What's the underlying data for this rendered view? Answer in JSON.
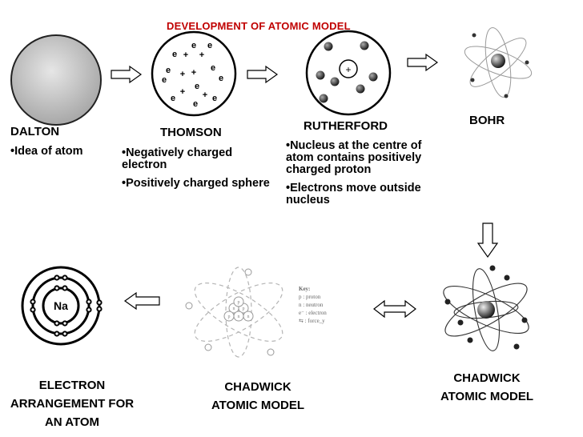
{
  "title": "DEVELOPMENT OF ATOMIC MODEL",
  "dalton": {
    "name": "DALTON",
    "points": [
      "•Idea of atom"
    ]
  },
  "thomson": {
    "name": "THOMSON",
    "points": [
      "•Negatively charged electron",
      "•Positively charged sphere"
    ]
  },
  "rutherford": {
    "name": "RUTHERFORD",
    "points": [
      "•Nucleus  at the centre of atom contains positively charged proton",
      "•Electrons move outside nucleus"
    ]
  },
  "bohr": {
    "name": "BOHR"
  },
  "chadwick_right": {
    "line1": "CHADWICK",
    "line2": "ATOMIC MODEL"
  },
  "chadwick_middle": {
    "line1": "CHADWICK",
    "line2": "ATOMIC MODEL"
  },
  "electron_arrangement": {
    "line1": "ELECTRON",
    "line2": "ARRANGEMENT FOR",
    "line3": "AN ATOM",
    "symbol": "Na"
  },
  "thomson_diagram": {
    "electron_label": "e",
    "proton_label": "+"
  },
  "rutherford_diagram": {
    "nucleus_label": "+"
  },
  "key": {
    "title": "Key:",
    "items": [
      "p : proton",
      "n : neutron",
      "e⁻ : electron",
      "⇆ : force_y"
    ]
  },
  "chadwick_nucleus_labels": [
    "n",
    "p",
    "n",
    "p",
    "n",
    "p"
  ]
}
